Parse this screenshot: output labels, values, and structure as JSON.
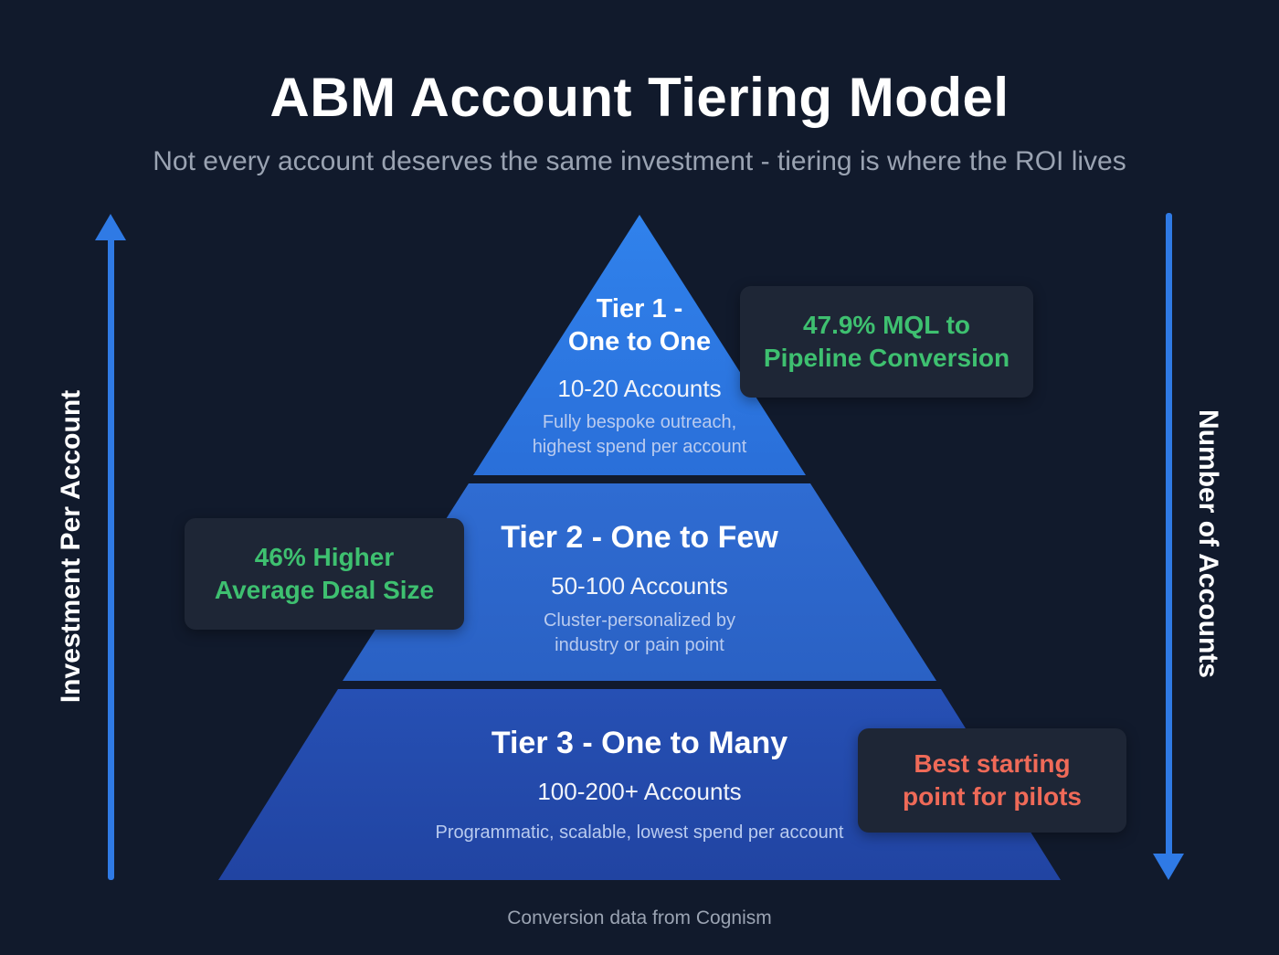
{
  "header": {
    "title": "ABM Account Tiering Model",
    "subtitle": "Not every account deserves the same investment - tiering is where the ROI lives"
  },
  "axes": {
    "left_label": "Investment Per Account",
    "left_direction": "up",
    "right_label": "Number of Accounts",
    "right_direction": "down",
    "arrow_color": "#2f7ae5"
  },
  "tiers": [
    {
      "name_line1": "Tier 1 -",
      "name_line2": "One to One",
      "accounts": "10-20 Accounts",
      "desc_line1": "Fully bespoke outreach,",
      "desc_line2": "highest spend per account",
      "color": "#2f7ae5"
    },
    {
      "name": "Tier 2 - One to Few",
      "accounts": "50-100 Accounts",
      "desc_line1": "Cluster-personalized by",
      "desc_line2": "industry or pain point",
      "color": "#2d67cc"
    },
    {
      "name": "Tier 3 - One to Many",
      "accounts": "100-200+ Accounts",
      "desc": "Programmatic, scalable, lowest spend per account",
      "color": "#2348a8"
    }
  ],
  "callouts": [
    {
      "line1": "47.9% MQL to",
      "line2": "Pipeline Conversion",
      "color": "#3ec070",
      "attached_to": "Tier 1"
    },
    {
      "line1": "46% Higher",
      "line2": "Average Deal Size",
      "color": "#3ec070",
      "attached_to": "Tier 2"
    },
    {
      "line1": "Best starting",
      "line2": "point for pilots",
      "color": "#ef6a58",
      "attached_to": "Tier 3"
    }
  ],
  "footer": {
    "source": "Conversion data from Cognism"
  }
}
